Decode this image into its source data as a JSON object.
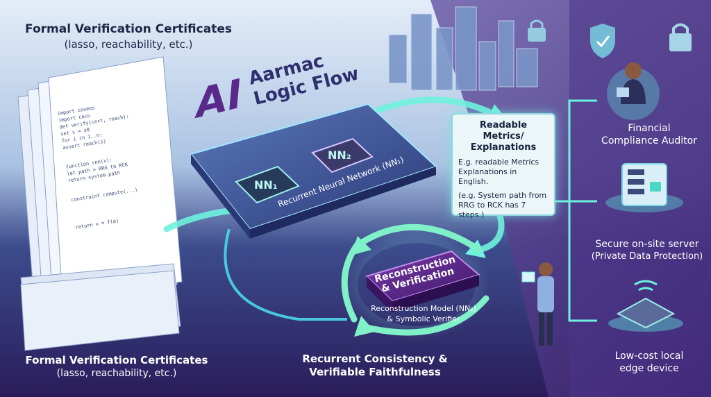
{
  "top_title": "Formal Verification Certificates",
  "top_subtitle": "(lasso, reachability, etc.)",
  "bottom_title": "Formal Verification Certificates",
  "bottom_subtitle": "(lasso, reachability, etc.)",
  "brand": {
    "ai": "AI",
    "line1": "Aarmac",
    "line2": "Logic Flow"
  },
  "chip1": "NN₁",
  "chip2": "NN₂",
  "rnn_label": "Recurrent Neural Network (NN₁)",
  "metrics": {
    "title1": "Readable Metrics/",
    "title2": "Explanations",
    "body1": "E.g. readable Metrics Explanations in English.",
    "body2": "(e.g. System path from RRG to RCK has 7 steps.)"
  },
  "recon": {
    "line1": "Reconstruction",
    "line2": "& Verification",
    "sub1": "Reconstruction Model (NN₂)",
    "sub2": "& Symbolic Verifier"
  },
  "cycle": {
    "line1": "Recurrent Consistency &",
    "line2": "Verifiable Faithfulness"
  },
  "targets": {
    "auditor": {
      "line1": "Financial",
      "line2": "Compliance Auditor"
    },
    "server": {
      "line1": "Secure on-site server",
      "line2": "(Private Data Protection)"
    },
    "edge": {
      "line1": "Low-cost local",
      "line2": "edge device"
    }
  },
  "code_lines": [
    "import cosmos",
    "import coco",
    "def verify(cert, reach):",
    "  set s = s0",
    "  for i in 1..n:",
    "    assert reach(s)",
    "function rnn(x):",
    "  let path = RRG to RCK",
    "  return system.path",
    "constraint compute(...)",
    "return x = f(a)"
  ],
  "colors": {
    "accent": "#5ee0d6",
    "purple": "#5a2a8a",
    "bg_top": "#dfe9f6",
    "bg_bottom": "#2a1f5e"
  }
}
